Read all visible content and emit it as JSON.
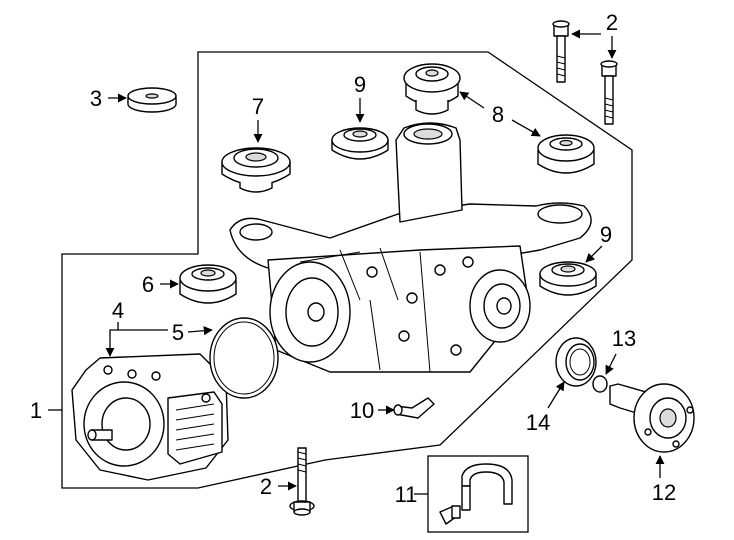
{
  "callouts": {
    "c1": "1",
    "c2a": "2",
    "c2b": "2",
    "c3": "3",
    "c4": "4",
    "c5": "5",
    "c6": "6",
    "c7": "7",
    "c8": "8",
    "c9a": "9",
    "c9b": "9",
    "c10": "10",
    "c11": "11",
    "c12": "12",
    "c13": "13",
    "c14": "14"
  }
}
